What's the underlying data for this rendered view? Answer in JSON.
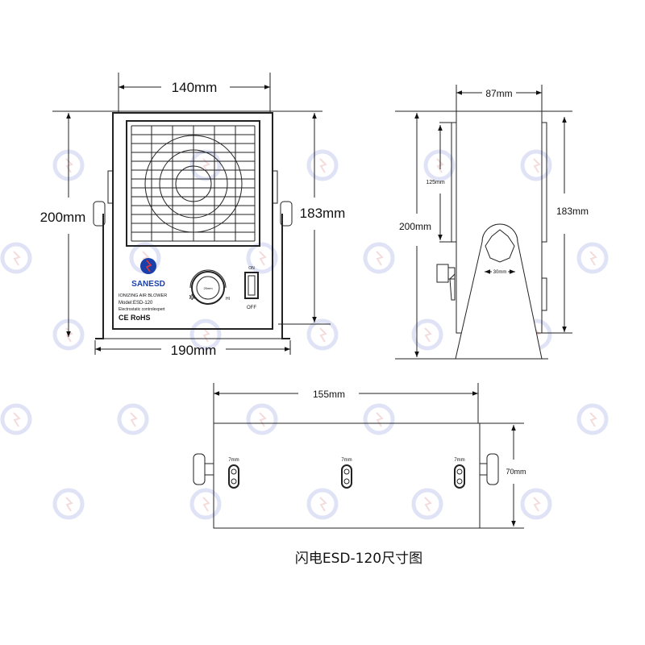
{
  "caption": "闪电ESD-120尺寸图",
  "front_view": {
    "width_top": "140mm",
    "height_total": "200mm",
    "height_body": "183mm",
    "width_bottom": "190mm",
    "brand": "SANESD",
    "product_line": "IONIZING AIR BLOWER",
    "model": "Model:ESD-120",
    "tagline": "Electrostatic controlexpert",
    "certs": "CE RoHS",
    "dial_label": "25mm",
    "dial_hi": "HI",
    "switch_on": "ON",
    "switch_off": "OFF"
  },
  "side_view": {
    "depth": "87mm",
    "panel_height": "125mm",
    "height_total": "200mm",
    "height_body": "183mm",
    "knob_width": "30mm"
  },
  "bottom_view": {
    "length": "155mm",
    "depth": "70mm",
    "slot_labels": [
      "7mm",
      "7mm",
      "7mm"
    ]
  },
  "colors": {
    "line": "#222222",
    "brand_blue": "#1a3fa8",
    "watermark": "#dfe3f5"
  }
}
